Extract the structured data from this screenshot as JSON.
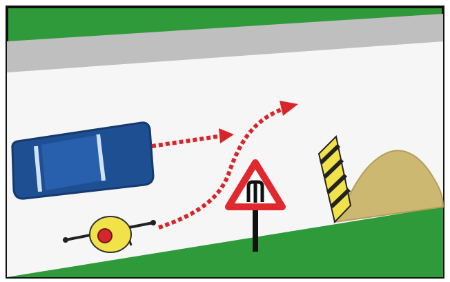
{
  "illustration": {
    "subject": "traffic-scene",
    "elements": [
      "car-icon",
      "cyclist-icon",
      "road-narrows-warning-sign",
      "striped-barrier",
      "sand-pile",
      "dotted-path-arrow"
    ]
  },
  "colors": {
    "grass": "#2f9a3a",
    "grass_dark": "#1f7a2a",
    "sidewalk": "#bfbfbf",
    "road": "#f6f6f6",
    "car": "#1f4f93",
    "car_dark": "#143a6e",
    "path": "#d7262b",
    "cyclist": "#f2e24a",
    "sign_red": "#e0292f",
    "sand": "#cdb872",
    "frame": "#111111"
  }
}
